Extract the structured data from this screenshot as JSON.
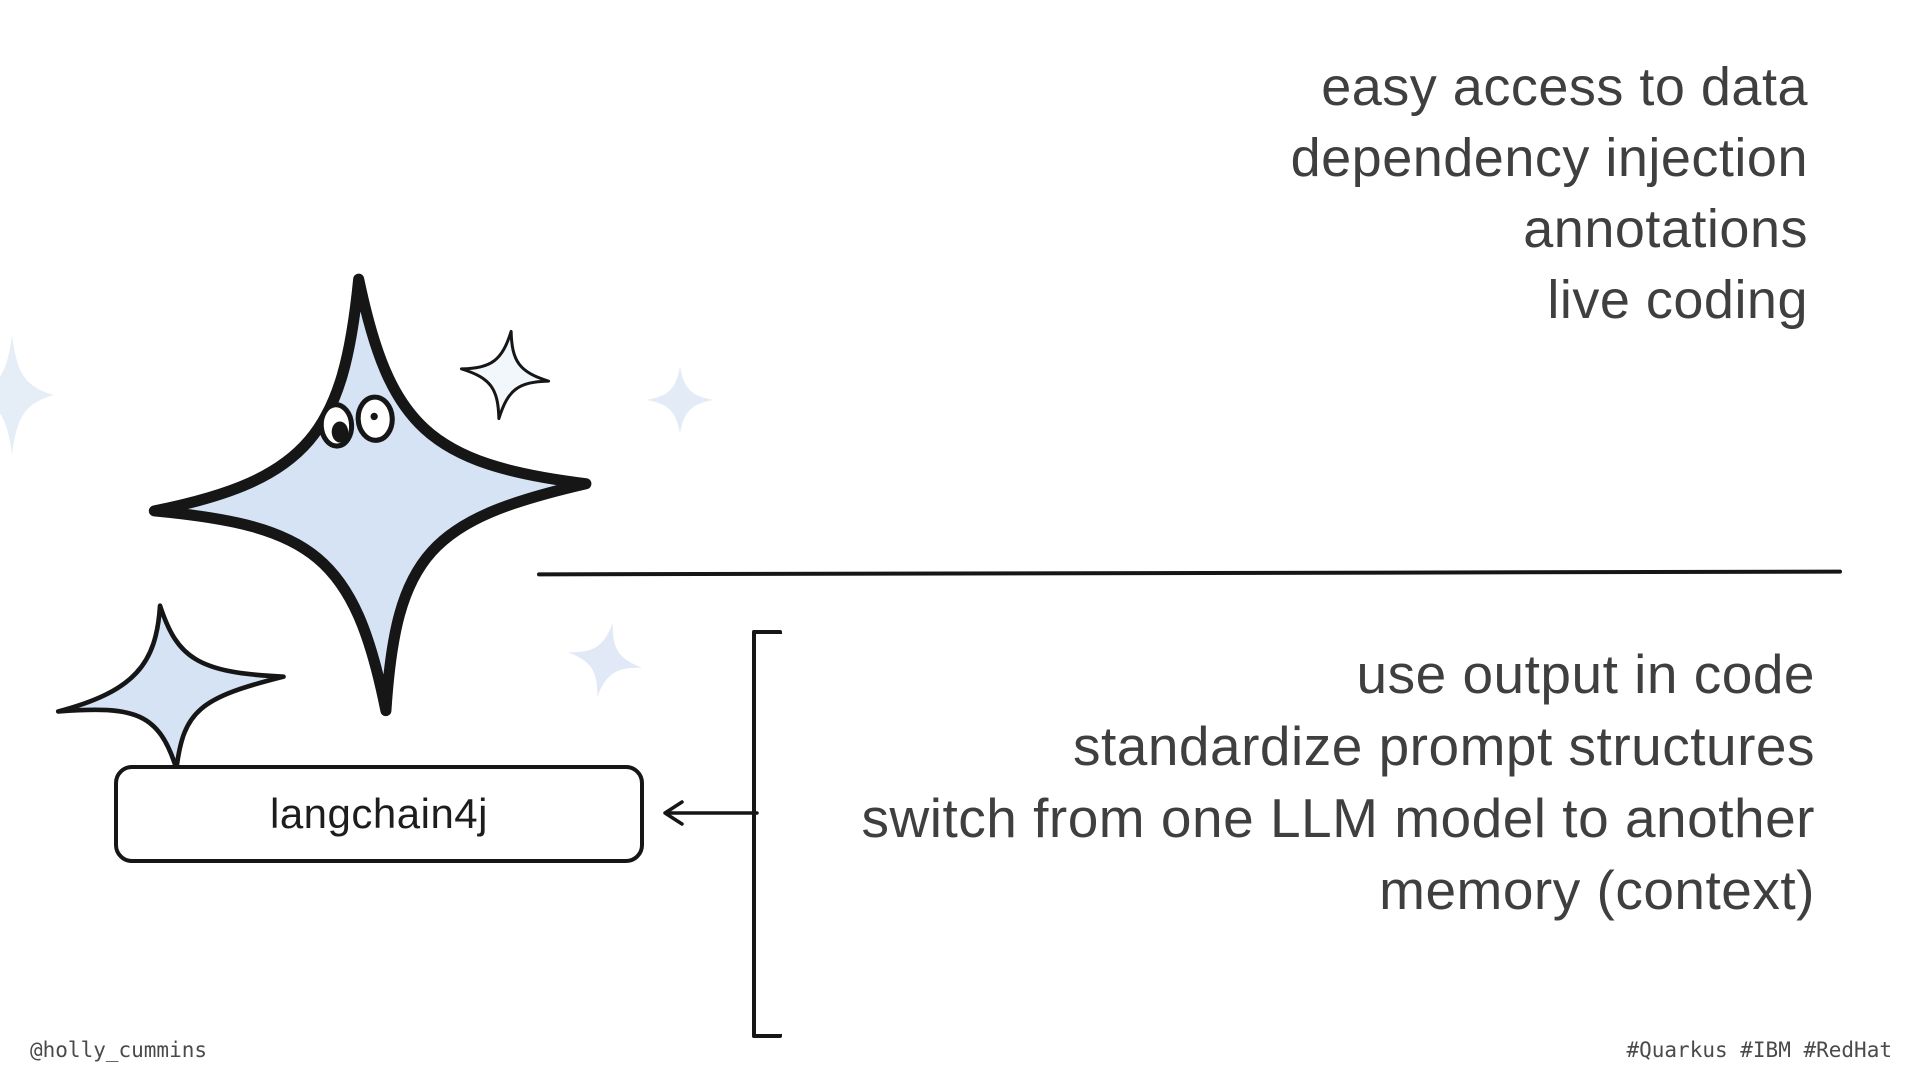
{
  "top_features": {
    "lines": [
      "easy access to data",
      "dependency injection",
      "annotations",
      "live coding"
    ]
  },
  "langchain_benefits": {
    "lines": [
      "use output in code",
      "standardize prompt structures",
      "switch from one LLM model to another",
      "memory (context)"
    ]
  },
  "box": {
    "label": "langchain4j"
  },
  "footer": {
    "handle": "@holly_cummins",
    "hashtags": "#Quarkus #IBM #RedHat"
  },
  "icons": {
    "big_sparkle": "sparkle-character-icon",
    "small_star": "small-star-icon",
    "low_sparkle": "sparkle-icon",
    "faded_sparkles": "faded-sparkle-icon",
    "arrow": "arrow-left-icon",
    "bracket": "grouping-bracket"
  },
  "colors": {
    "text": "#3f3f3f",
    "ink": "#161616",
    "star_fill": "#d5e3f4",
    "star_faded": "#ccdcf0"
  }
}
